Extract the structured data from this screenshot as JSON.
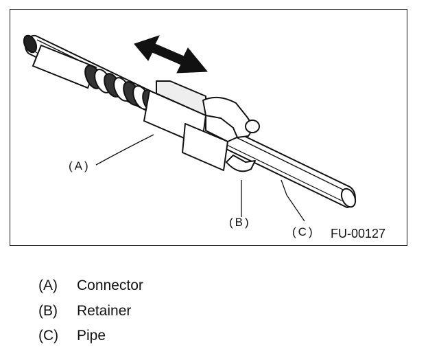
{
  "figure": {
    "id": "FU-00127",
    "callouts": {
      "a": "(A)",
      "b": "(B)",
      "c": "(C)"
    }
  },
  "legend": [
    {
      "key": "(A)",
      "text": "Connector"
    },
    {
      "key": "(B)",
      "text": "Retainer"
    },
    {
      "key": "(C)",
      "text": "Pipe"
    }
  ]
}
